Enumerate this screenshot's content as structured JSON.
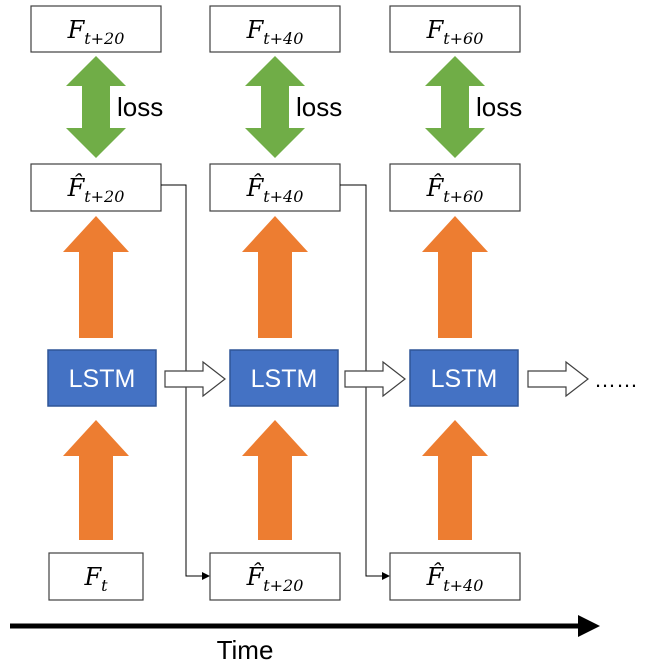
{
  "top_targets": [
    {
      "base": "F",
      "sub": "t+20"
    },
    {
      "base": "F",
      "sub": "t+40"
    },
    {
      "base": "F",
      "sub": "t+60"
    }
  ],
  "predictions": [
    {
      "base": "F̂",
      "sub": "t+20"
    },
    {
      "base": "F̂",
      "sub": "t+40"
    },
    {
      "base": "F̂",
      "sub": "t+60"
    }
  ],
  "loss_label": "loss",
  "lstm_label": "LSTM",
  "inputs": [
    {
      "base": "F",
      "sub": "t"
    },
    {
      "base": "F̂",
      "sub": "t+20"
    },
    {
      "base": "F̂",
      "sub": "t+40"
    }
  ],
  "continuation": "……",
  "time_label": "Time",
  "colors": {
    "lstm": "#4472C4",
    "lstm_border": "#2F5597",
    "orange_arrow": "#ED7D31",
    "green_arrow": "#70AD47",
    "box_border": "#404040"
  }
}
